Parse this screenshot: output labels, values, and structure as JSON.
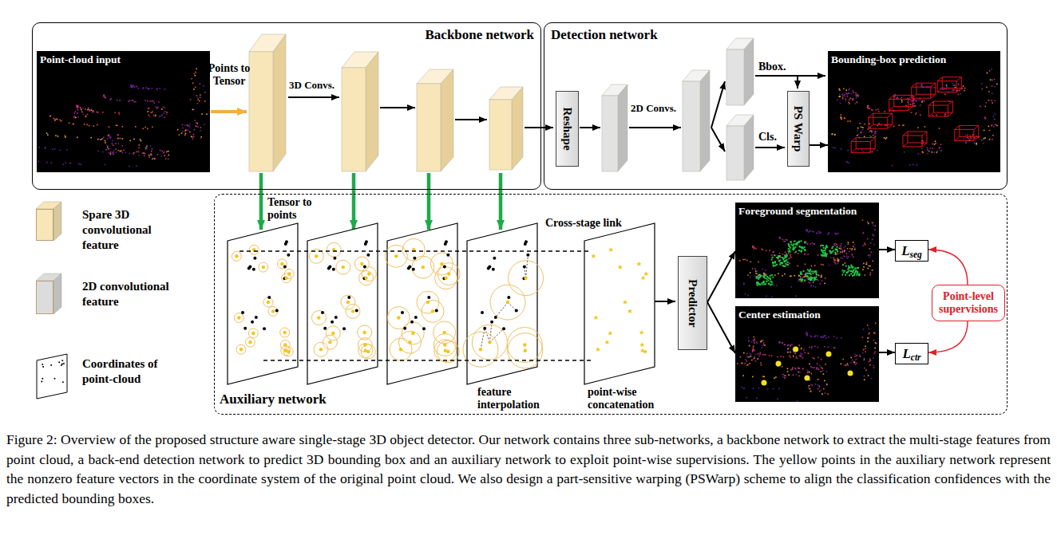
{
  "diagram": {
    "caption": "Figure 2: Overview of the proposed structure aware single-stage 3D object detector. Our network contains three sub-networks, a backbone network to extract the multi-stage features from point cloud, a back-end detection network to predict 3D bounding box and an auxiliary network to exploit point-wise supervisions. The yellow points in the auxiliary network represent the nonzero feature vectors in the coordinate system of the original point cloud. We also design a part-sensitive warping (PSWarp) scheme to align the classification confidences with the predicted bounding boxes.",
    "nodes": [
      {
        "text": [
          "Backbone network"
        ]
      },
      {
        "text": [
          "Point-cloud input"
        ],
        "in": 0
      },
      {
        "text": [
          "Detection network"
        ]
      },
      {
        "text": [
          "Reshape"
        ],
        "in": 2
      },
      {
        "text": [
          "PS Warp"
        ],
        "in": 2
      },
      {
        "text": [
          "Bounding-box prediction"
        ],
        "in": 2
      },
      {
        "text": [
          "Auxiliary network"
        ]
      },
      {
        "text": [
          "Predictor"
        ],
        "in": 6
      },
      {
        "text": [
          "Foreground segmentation"
        ],
        "in": 6
      },
      {
        "text": [
          "Center estimation"
        ],
        "in": 6
      },
      {
        "text": [
          "L",
          "seg"
        ],
        "in": 6
      },
      {
        "text": [
          "L",
          "ctr"
        ],
        "in": 6
      },
      {
        "text": [
          "Point-level supervisions"
        ],
        "in": 6
      }
    ],
    "edges": [
      {
        "from": 4,
        "to": 5,
        "arrow": "to"
      },
      {
        "from": 7,
        "to": 8,
        "arrow": "to"
      },
      {
        "from": 7,
        "to": 9,
        "arrow": "to"
      },
      {
        "from": 8,
        "to": 10,
        "arrow": "to"
      },
      {
        "from": 9,
        "to": 11,
        "arrow": "to"
      },
      {
        "from": 12,
        "to": 10,
        "arrow": "to"
      },
      {
        "from": 12,
        "to": 11,
        "arrow": "to"
      }
    ],
    "labels": [
      "Points to Tensor",
      "3D Convs.",
      "2D Convs.",
      "Bbox.",
      "Cls.",
      "Tensor to points",
      "Cross-stage link",
      "feature interpolation",
      "point-wise concatenation"
    ],
    "legend": [
      {
        "text": "Spare 3D convolutional feature",
        "color": "#f8e6b8"
      },
      {
        "text": "2D convolutional feature",
        "color": "#dcdcdc"
      },
      {
        "text": "Coordinates of point-cloud"
      }
    ]
  }
}
